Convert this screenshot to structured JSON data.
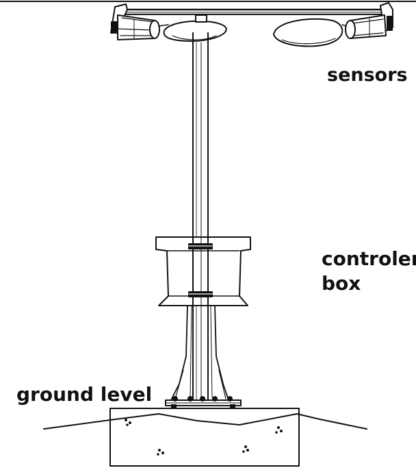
{
  "labels": {
    "sensors": "sensors",
    "controller_box": "controler\nbox",
    "ground_level": "ground level"
  },
  "colors": {
    "line": "#111111",
    "background": "#ffffff"
  }
}
